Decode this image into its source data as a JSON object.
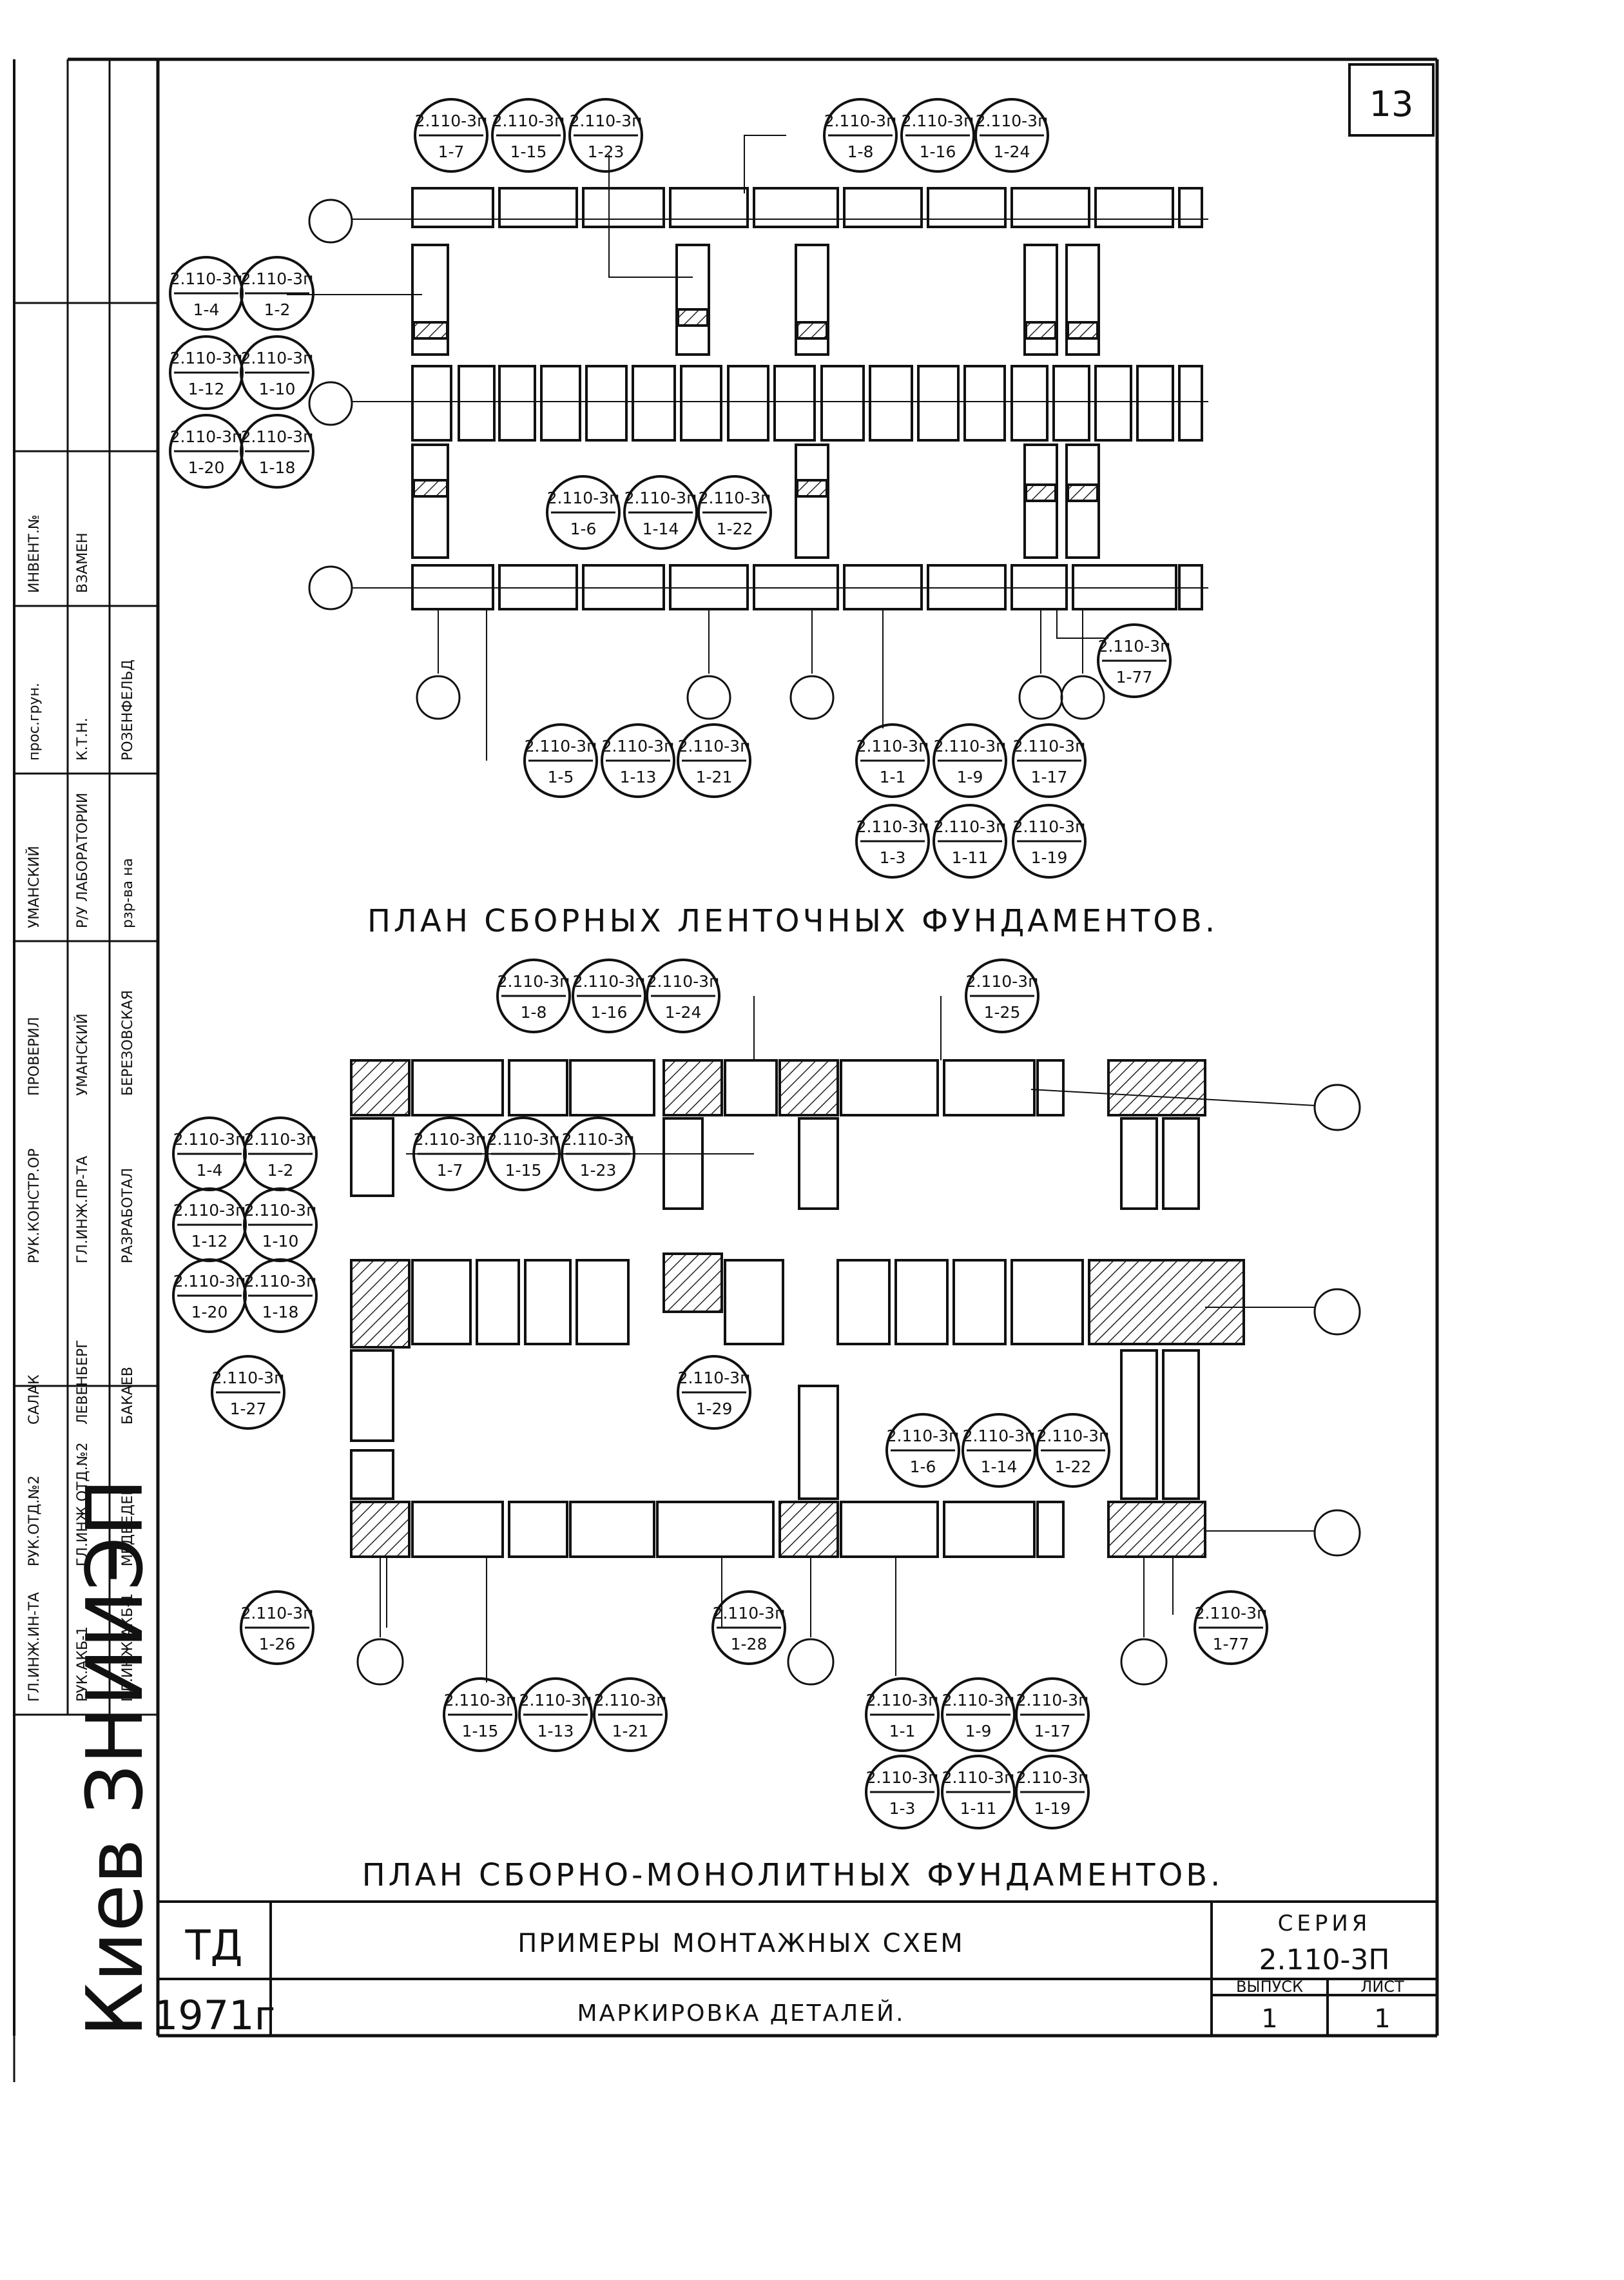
{
  "sheet_number": "13",
  "plan1": {
    "title": "ПЛАН СБОРНЫХ ЛЕНТОЧНЫХ ФУНДАМЕНТОВ.",
    "marks": [
      {
        "series": "2.110-3п",
        "id": "1-7"
      },
      {
        "series": "2.110-3п",
        "id": "1-15"
      },
      {
        "series": "2.110-3п",
        "id": "1-23"
      },
      {
        "series": "2.110-3п",
        "id": "1-8"
      },
      {
        "series": "2.110-3п",
        "id": "1-16"
      },
      {
        "series": "2.110-3п",
        "id": "1-24"
      },
      {
        "series": "2.110-3п",
        "id": "1-4"
      },
      {
        "series": "2.110-3п",
        "id": "1-2"
      },
      {
        "series": "2.110-3п",
        "id": "1-12"
      },
      {
        "series": "2.110-3п",
        "id": "1-10"
      },
      {
        "series": "2.110-3п",
        "id": "1-20"
      },
      {
        "series": "2.110-3п",
        "id": "1-18"
      },
      {
        "series": "2.110-3п",
        "id": "1-6"
      },
      {
        "series": "2.110-3п",
        "id": "1-14"
      },
      {
        "series": "2.110-3п",
        "id": "1-22"
      },
      {
        "series": "2.110-3п",
        "id": "1-77"
      },
      {
        "series": "2.110-3п",
        "id": "1-5"
      },
      {
        "series": "2.110-3п",
        "id": "1-13"
      },
      {
        "series": "2.110-3п",
        "id": "1-21"
      },
      {
        "series": "2.110-3п",
        "id": "1-1"
      },
      {
        "series": "2.110-3п",
        "id": "1-9"
      },
      {
        "series": "2.110-3п",
        "id": "1-17"
      },
      {
        "series": "2.110-3п",
        "id": "1-3"
      },
      {
        "series": "2.110-3п",
        "id": "1-11"
      },
      {
        "series": "2.110-3п",
        "id": "1-19"
      }
    ]
  },
  "plan2": {
    "title": "ПЛАН СБОРНО-МОНОЛИТНЫХ ФУНДАМЕНТОВ.",
    "marks": [
      {
        "series": "2.110-3п",
        "id": "1-8"
      },
      {
        "series": "2.110-3п",
        "id": "1-16"
      },
      {
        "series": "2.110-3п",
        "id": "1-24"
      },
      {
        "series": "2.110-3п",
        "id": "1-25"
      },
      {
        "series": "2.110-3п",
        "id": "1-4"
      },
      {
        "series": "2.110-3п",
        "id": "1-2"
      },
      {
        "series": "2.110-3п",
        "id": "1-7"
      },
      {
        "series": "2.110-3п",
        "id": "1-15"
      },
      {
        "series": "2.110-3п",
        "id": "1-23"
      },
      {
        "series": "2.110-3п",
        "id": "1-12"
      },
      {
        "series": "2.110-3п",
        "id": "1-10"
      },
      {
        "series": "2.110-3п",
        "id": "1-20"
      },
      {
        "series": "2.110-3п",
        "id": "1-18"
      },
      {
        "series": "2.110-3п",
        "id": "1-27"
      },
      {
        "series": "2.110-3п",
        "id": "1-29"
      },
      {
        "series": "2.110-3п",
        "id": "1-6"
      },
      {
        "series": "2.110-3п",
        "id": "1-14"
      },
      {
        "series": "2.110-3п",
        "id": "1-22"
      },
      {
        "series": "2.110-3п",
        "id": "1-26"
      },
      {
        "series": "2.110-3п",
        "id": "1-28"
      },
      {
        "series": "2.110-3п",
        "id": "1-77"
      },
      {
        "series": "2.110-3п",
        "id": "1-15"
      },
      {
        "series": "2.110-3п",
        "id": "1-13"
      },
      {
        "series": "2.110-3п",
        "id": "1-21"
      },
      {
        "series": "2.110-3п",
        "id": "1-1"
      },
      {
        "series": "2.110-3п",
        "id": "1-9"
      },
      {
        "series": "2.110-3п",
        "id": "1-17"
      },
      {
        "series": "2.110-3п",
        "id": "1-3"
      },
      {
        "series": "2.110-3п",
        "id": "1-11"
      },
      {
        "series": "2.110-3п",
        "id": "1-19"
      }
    ]
  },
  "title_block": {
    "org_code": "ТД",
    "year": "1971г",
    "title_main": "ПРИМЕРЫ МОНТАЖНЫХ СХЕМ",
    "title_sub": "МАРКИРОВКА ДЕТАЛЕЙ.",
    "series_label": "СЕРИЯ",
    "series_value": "2.110-3П",
    "issue_label": "ВЫПУСК",
    "issue_value": "1",
    "sheet_label": "ЛИСТ",
    "sheet_value": "1"
  },
  "side_stamp": {
    "city_org": "Киев ЗНИИЭП",
    "roles": [
      "ГЛ.ИНЖ.ИН-ТА",
      "РУК.АКБ-1",
      "ГЛ.ИНЖ.АКБ-1",
      "РУК.ОТД.№2",
      "ГЛ.ИНЖ.ОТД.№2",
      "МЕДВЕДЕВ",
      "САЛАК",
      "ЛЕВЕНБЕРГ",
      "БАКАЕВ",
      "РУК.КОНСТР.ОР",
      "ГЛ.ИНЖ.ПР-ТА",
      "РАЗРАБОТАЛ",
      "ПРОВЕРИЛ",
      "УМАНСКИЙ",
      "БЕРЕЗОВСКАЯ",
      "УМАНСКИЙ",
      "Р/У ЛАБОРАТОРИИ",
      "рзр-ва на",
      "прос.грун.",
      "К.Т.Н.",
      "РОЗЕНФЕЛЬД",
      "ИНВЕНТ.№",
      "ВЗАМЕН"
    ]
  }
}
